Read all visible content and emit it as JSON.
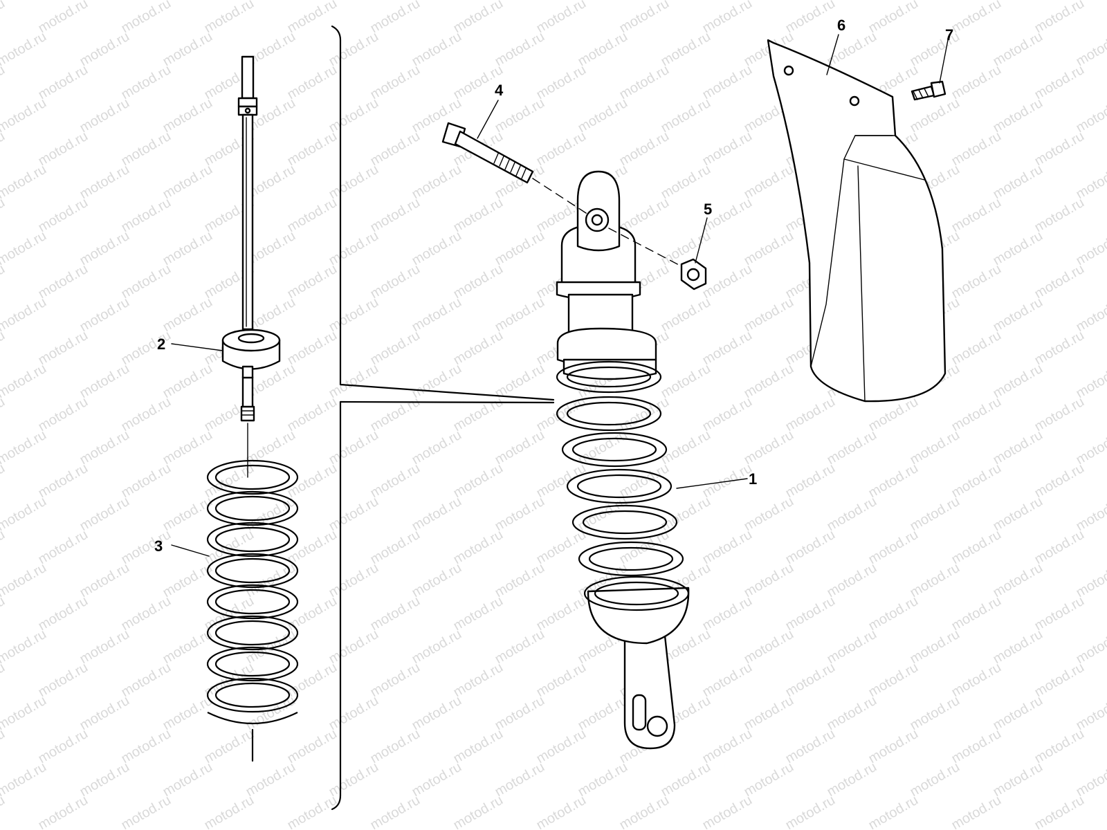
{
  "watermark": {
    "text": "motod.ru"
  },
  "callouts": [
    {
      "id": "1",
      "label": "1"
    },
    {
      "id": "2",
      "label": "2"
    },
    {
      "id": "3",
      "label": "3"
    },
    {
      "id": "4",
      "label": "4"
    },
    {
      "id": "5",
      "label": "5"
    },
    {
      "id": "6",
      "label": "6"
    },
    {
      "id": "7",
      "label": "7"
    }
  ],
  "parts": {
    "shock_absorber": "shock-absorber",
    "damper_rod": "damper-rod",
    "spring_seat": "spring-seat",
    "spring": "coil-spring",
    "bolt": "mounting-bolt",
    "nut": "flange-nut",
    "mudguard": "shock-mudguard",
    "screw": "mudguard-screw"
  }
}
